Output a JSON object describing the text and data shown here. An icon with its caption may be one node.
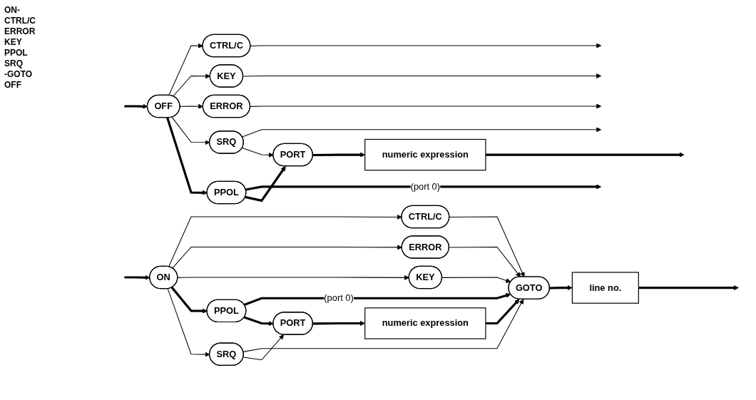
{
  "diagram": {
    "nodes": [
      {
        "text": [
          "ON"
        ]
      },
      {
        "text": [
          "CTRL/C"
        ]
      },
      {
        "text": [
          "ERROR"
        ]
      },
      {
        "text": [
          "KEY"
        ]
      },
      {
        "text": [
          "PPOL"
        ]
      },
      {
        "text": [
          "SRQ"
        ]
      },
      {
        "text": [
          "PORT"
        ]
      },
      {
        "text": [
          "numeric expression"
        ]
      },
      {
        "text": [
          "GOTO"
        ]
      },
      {
        "text": [
          "line no."
        ]
      },
      {
        "text": [
          "OFF"
        ]
      },
      {
        "text": [
          "CTRL/C"
        ]
      },
      {
        "text": [
          "KEY"
        ]
      },
      {
        "text": [
          "ERROR"
        ]
      },
      {
        "text": [
          "SRQ"
        ]
      },
      {
        "text": [
          "PPOL"
        ]
      },
      {
        "text": [
          "PORT"
        ]
      },
      {
        "text": [
          "numeric expression"
        ]
      }
    ],
    "edges": [
      {
        "from": null,
        "to": 0,
        "arrow": "to",
        "style": "thick"
      },
      {
        "from": 0,
        "to": 1,
        "arrow": "to"
      },
      {
        "from": 0,
        "to": 2,
        "arrow": "to"
      },
      {
        "from": 0,
        "to": 3,
        "arrow": "to"
      },
      {
        "from": 0,
        "to": 4,
        "arrow": "to",
        "style": "thick"
      },
      {
        "from": 0,
        "to": 5,
        "arrow": "to"
      },
      {
        "from": 1,
        "to": 8,
        "arrow": "to"
      },
      {
        "from": 2,
        "to": 8,
        "arrow": "to"
      },
      {
        "from": 3,
        "to": 8,
        "arrow": "to"
      },
      {
        "from": 4,
        "to": 8,
        "arrow": "to",
        "label": "(port 0)",
        "style": "thick"
      },
      {
        "from": 5,
        "to": 8,
        "arrow": "to"
      },
      {
        "from": 4,
        "to": 6,
        "arrow": "to",
        "style": "thick"
      },
      {
        "from": 5,
        "to": 6,
        "arrow": "to"
      },
      {
        "from": 6,
        "to": 7,
        "arrow": "to",
        "style": "thick"
      },
      {
        "from": 7,
        "to": 8,
        "arrow": "to",
        "style": "thick"
      },
      {
        "from": 8,
        "to": 9,
        "arrow": "to",
        "style": "thick"
      },
      {
        "from": 9,
        "to": null,
        "arrow": "to",
        "style": "thick"
      },
      {
        "from": null,
        "to": 10,
        "arrow": "to",
        "style": "thick"
      },
      {
        "from": 10,
        "to": 11,
        "arrow": "to"
      },
      {
        "from": 10,
        "to": 12,
        "arrow": "to"
      },
      {
        "from": 10,
        "to": 13,
        "arrow": "to"
      },
      {
        "from": 10,
        "to": 14,
        "arrow": "to"
      },
      {
        "from": 10,
        "to": 15,
        "arrow": "to",
        "style": "thick"
      },
      {
        "from": 11,
        "to": null,
        "arrow": "to"
      },
      {
        "from": 12,
        "to": null,
        "arrow": "to"
      },
      {
        "from": 13,
        "to": null,
        "arrow": "to"
      },
      {
        "from": 14,
        "to": null,
        "arrow": "to"
      },
      {
        "from": 15,
        "to": null,
        "arrow": "to",
        "label": "(port 0)",
        "style": "thick"
      },
      {
        "from": 14,
        "to": 16,
        "arrow": "to"
      },
      {
        "from": 15,
        "to": 16,
        "arrow": "to",
        "style": "thick"
      },
      {
        "from": 16,
        "to": 17,
        "arrow": "to",
        "style": "thick"
      },
      {
        "from": 17,
        "to": null,
        "arrow": "to",
        "style": "thick"
      }
    ],
    "labels": [
      "ON-",
      "CTRL/C",
      "ERROR",
      "KEY",
      "PPOL",
      "SRQ",
      "-GOTO",
      "OFF"
    ]
  }
}
